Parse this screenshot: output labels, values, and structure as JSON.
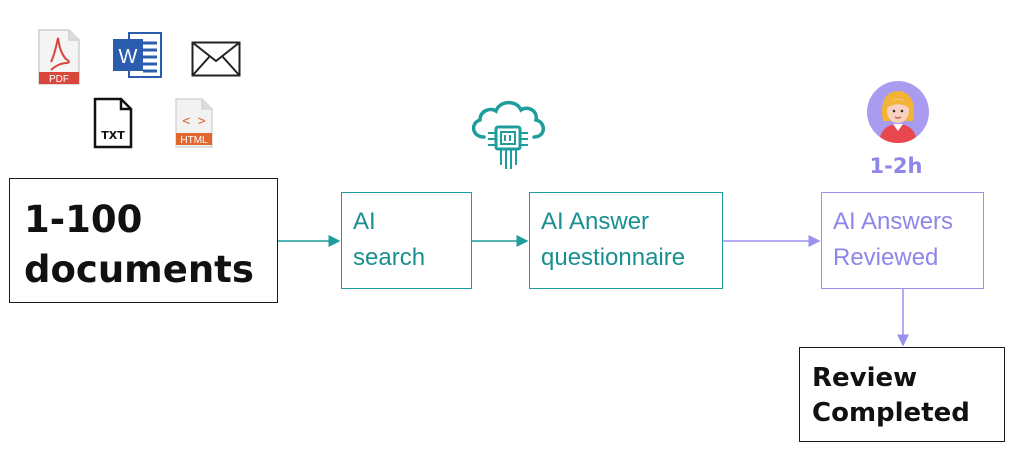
{
  "file_icons": [
    {
      "name": "pdf-icon",
      "label": "PDF"
    },
    {
      "name": "word-icon",
      "label": "W"
    },
    {
      "name": "mail-icon",
      "label": ""
    },
    {
      "name": "txt-icon",
      "label": "TXT"
    },
    {
      "name": "html-icon",
      "label": "HTML",
      "glyph": "< >"
    }
  ],
  "nodes": {
    "documents": {
      "line1": "1-100",
      "line2": "documents"
    },
    "ai_search": {
      "line1": "AI",
      "line2": "search"
    },
    "ai_answer": {
      "line1": "AI Answer",
      "line2": "questionnaire"
    },
    "reviewed": {
      "line1": "AI Answers",
      "line2": "Reviewed"
    },
    "completed": {
      "line1": "Review",
      "line2": "Completed"
    }
  },
  "reviewer": {
    "duration": "1-2h"
  },
  "colors": {
    "teal": "#1f9d9d",
    "purple": "#9a90ee",
    "pdf_red": "#d9463c",
    "word_blue": "#2b5cad",
    "html_orange": "#e2662f"
  }
}
